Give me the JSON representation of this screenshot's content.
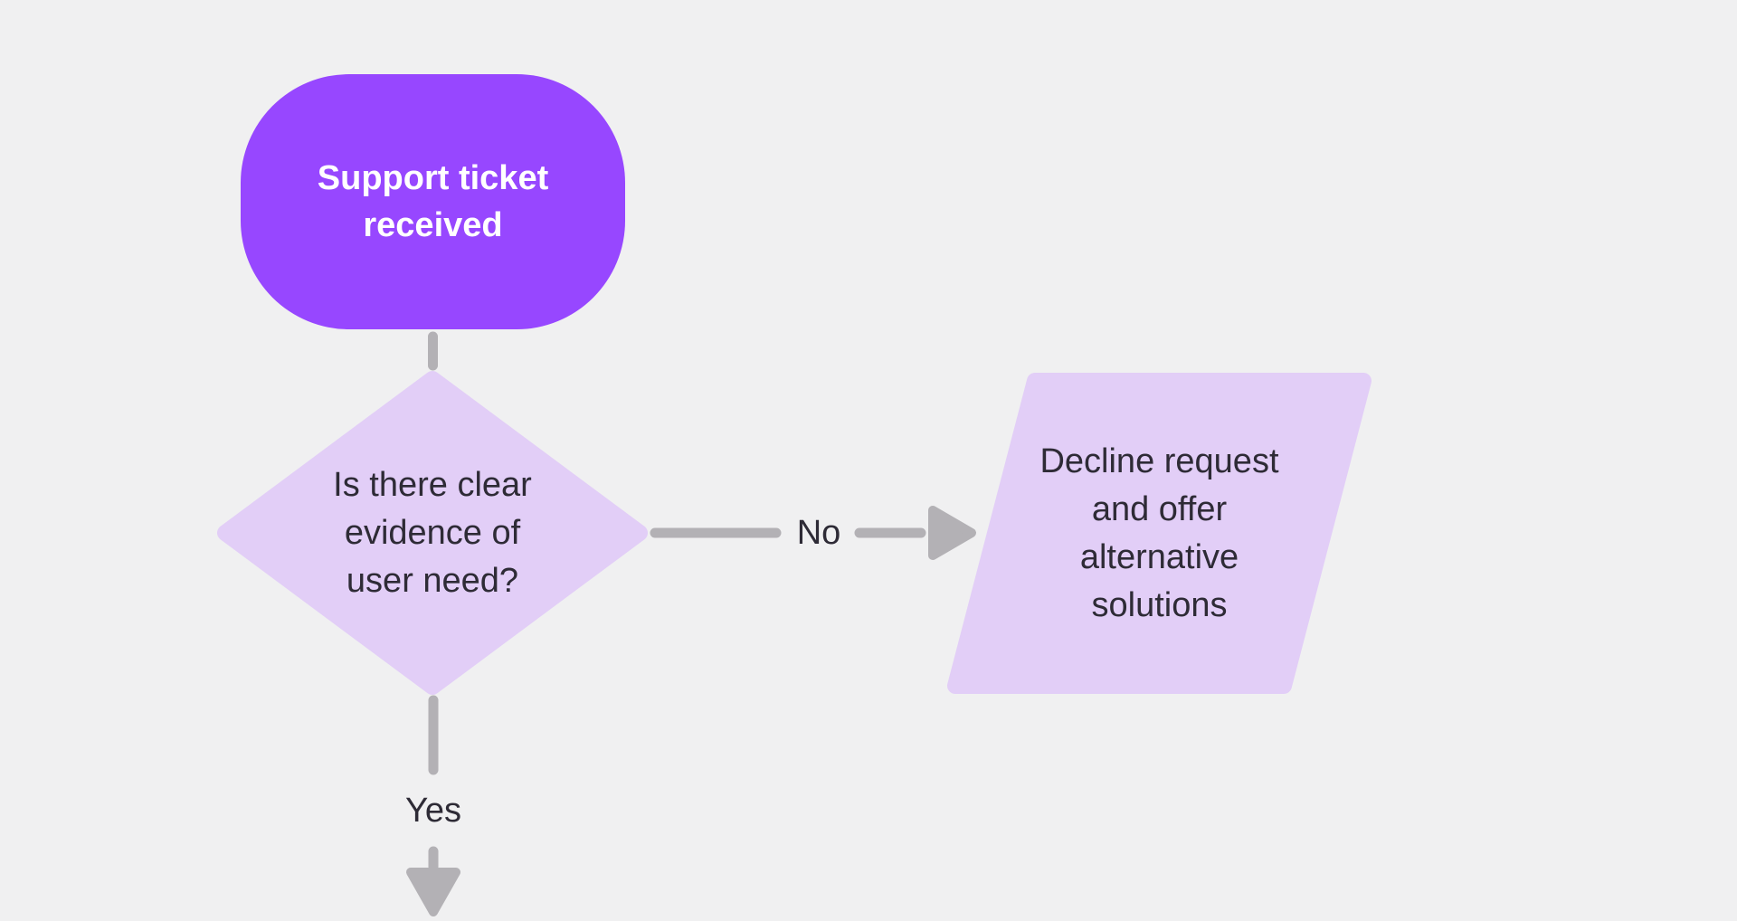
{
  "canvas": {
    "background_color": "#F0F0F1"
  },
  "palette": {
    "node_purple": "#9747FF",
    "node_lavender": "#E2CEF7",
    "connector_gray": "#B3B1B5",
    "text_dark": "#2E2B36",
    "text_light": "#FFFFFF"
  },
  "nodes": {
    "start": {
      "type": "stadium",
      "label": "Support ticket\nreceived"
    },
    "decision": {
      "type": "diamond",
      "label": "Is there clear\nevidence of\nuser need?"
    },
    "decline": {
      "type": "parallelogram",
      "label": "Decline request\nand offer\nalternative\nsolutions"
    }
  },
  "edges": {
    "start_to_decision": {
      "label": "",
      "from": "start",
      "to": "decision"
    },
    "no": {
      "label": "No",
      "from": "decision",
      "to": "decline"
    },
    "yes": {
      "label": "Yes",
      "from": "decision",
      "to": "offscreen-bottom"
    }
  }
}
